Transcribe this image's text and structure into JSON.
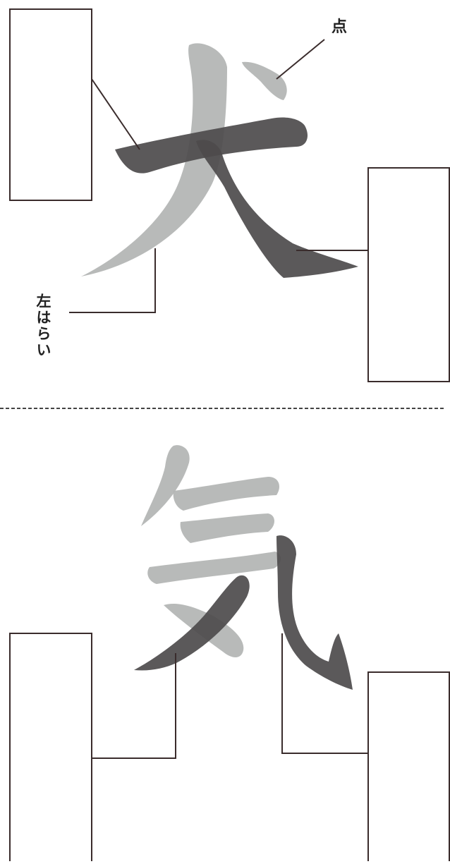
{
  "colors": {
    "stroke_light": "#b3b5b4",
    "stroke_dark": "#4d4b4c",
    "leader_line": "#3a2c2c",
    "divider": "#444444",
    "box_border": "#3a2c2c"
  },
  "top_panel": {
    "character": "犬",
    "labels": {
      "dot": "点",
      "left_sweep": "左はらい"
    },
    "blank_boxes": [
      "",
      ""
    ]
  },
  "bottom_panel": {
    "character": "気",
    "blank_boxes": [
      "",
      ""
    ]
  }
}
